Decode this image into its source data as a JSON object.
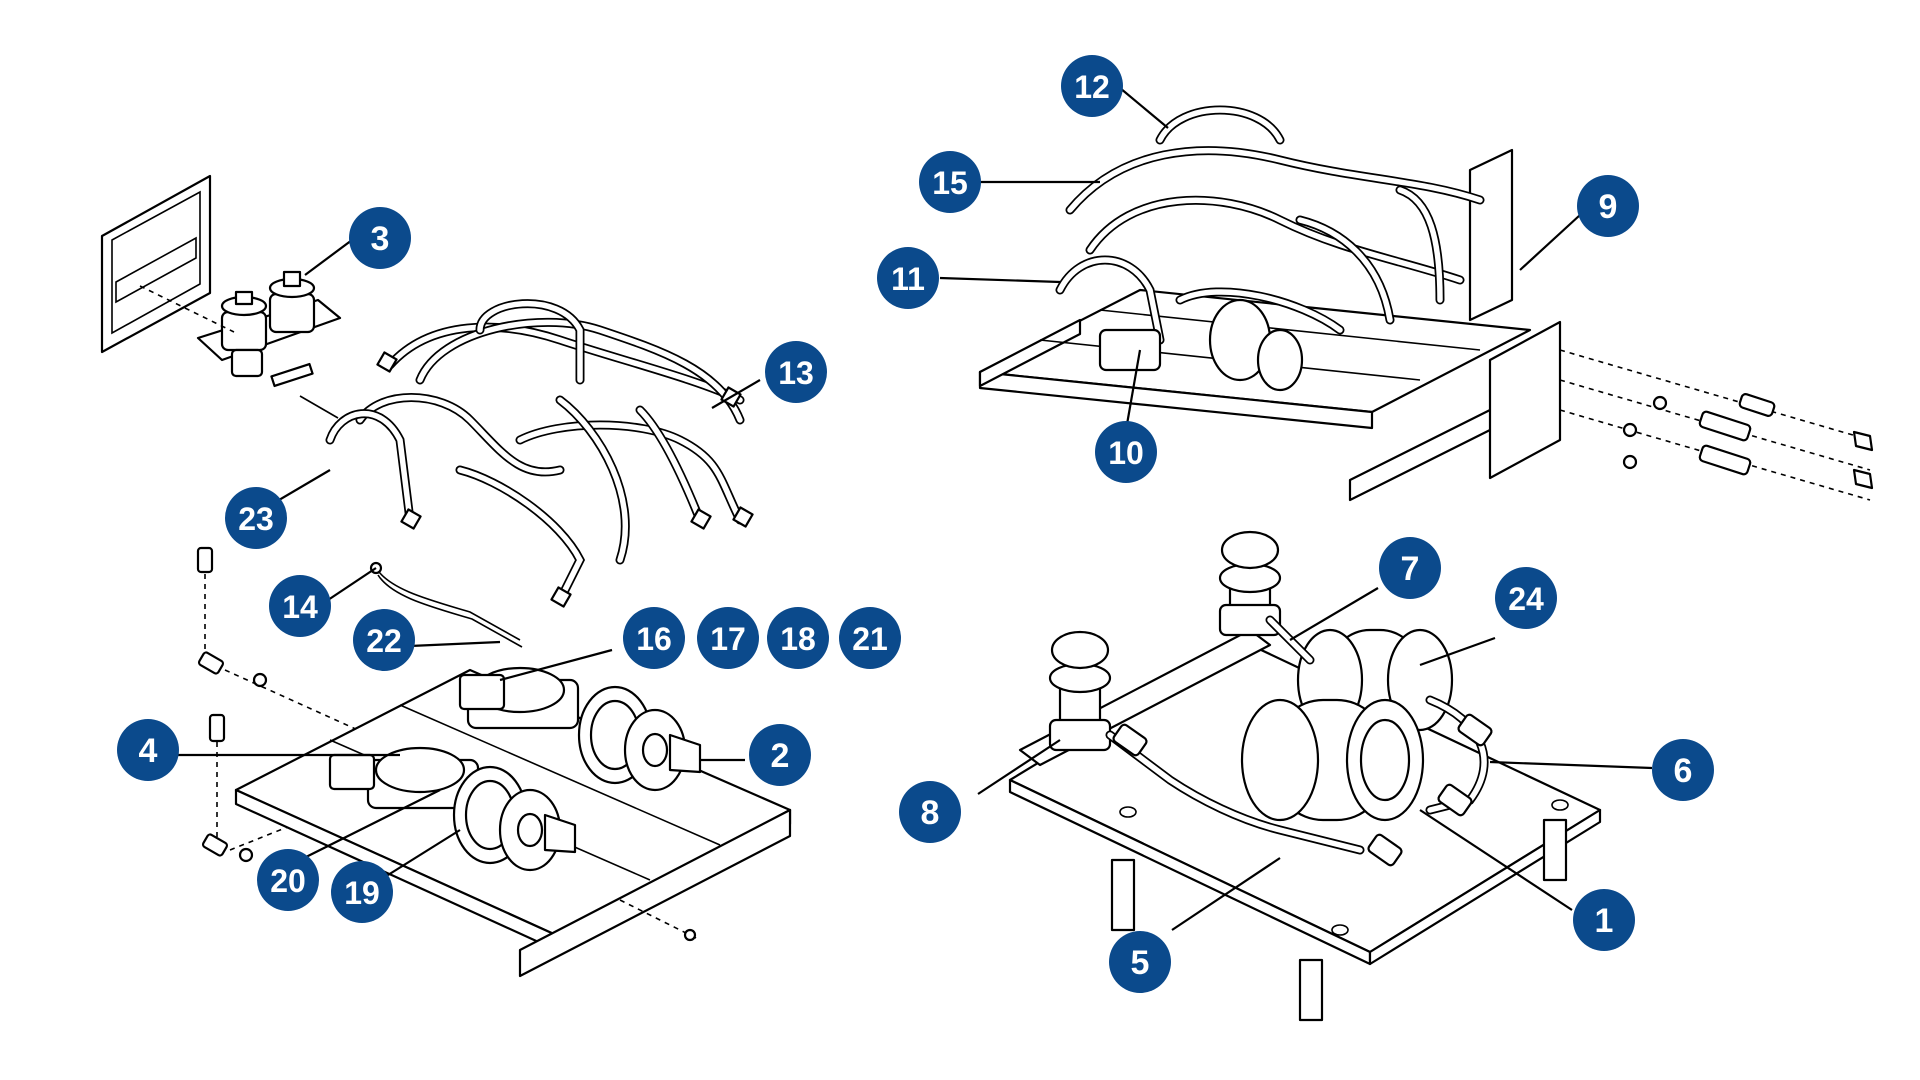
{
  "colors": {
    "badge_fill": "#0b4a8c",
    "badge_text": "#ffffff",
    "line": "#000000",
    "background": "#ffffff"
  },
  "callouts": [
    {
      "id": "c1",
      "number": "1"
    },
    {
      "id": "c2",
      "number": "2"
    },
    {
      "id": "c3",
      "number": "3"
    },
    {
      "id": "c4",
      "number": "4"
    },
    {
      "id": "c5",
      "number": "5"
    },
    {
      "id": "c6",
      "number": "6"
    },
    {
      "id": "c7",
      "number": "7"
    },
    {
      "id": "c8",
      "number": "8"
    },
    {
      "id": "c9",
      "number": "9"
    },
    {
      "id": "c10",
      "number": "10"
    },
    {
      "id": "c11",
      "number": "11"
    },
    {
      "id": "c12",
      "number": "12"
    },
    {
      "id": "c13",
      "number": "13"
    },
    {
      "id": "c14",
      "number": "14"
    },
    {
      "id": "c15",
      "number": "15"
    },
    {
      "id": "c16",
      "number": "16"
    },
    {
      "id": "c17",
      "number": "17"
    },
    {
      "id": "c18",
      "number": "18"
    },
    {
      "id": "c19",
      "number": "19"
    },
    {
      "id": "c20",
      "number": "20"
    },
    {
      "id": "c21",
      "number": "21"
    },
    {
      "id": "c22",
      "number": "22"
    },
    {
      "id": "c23",
      "number": "23"
    },
    {
      "id": "c24",
      "number": "24"
    }
  ]
}
